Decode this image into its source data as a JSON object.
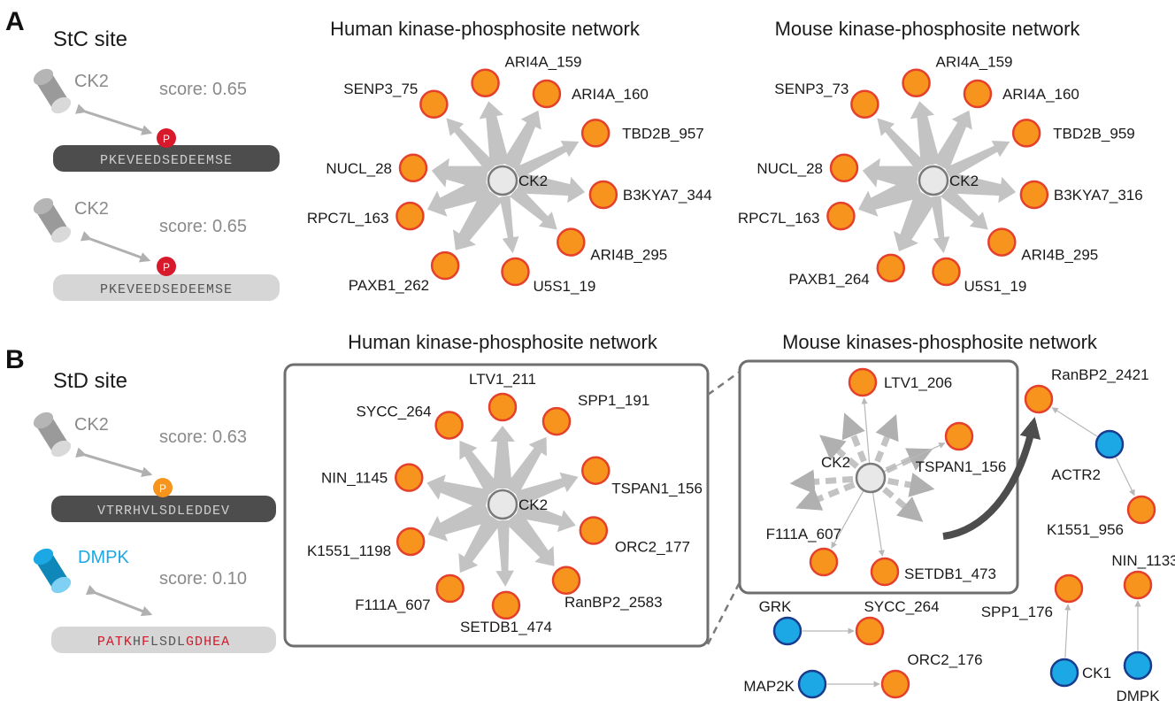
{
  "colors": {
    "target": "#f7941d",
    "target_stroke": "#e5402b",
    "kinase_blue": "#1ca8e4",
    "kinase_blue_stroke": "#1a3c8f",
    "center_fill": "#e8e8e8",
    "arrow_gray": "#c3c3c3",
    "dark_arrow": "#4d4d4d",
    "seq_dark": "#4d4d4d",
    "seq_light": "#d6d6d6",
    "phospho_red": "#d7192b",
    "dmpk_text": "#1ca8e4"
  },
  "panelA": {
    "letter": "A",
    "site": "StC site",
    "examples": [
      {
        "kinase": "CK2",
        "score": "score: 0.65",
        "sequence": "PKEVEEDSEDEEMSE",
        "bar": "dark"
      },
      {
        "kinase": "CK2",
        "score": "score: 0.65",
        "sequence": "PKEVEEDSEDEEMSE",
        "bar": "light"
      }
    ],
    "human": {
      "title": "Human kinase-phosphosite network",
      "center": "CK2",
      "targets": [
        "ARI4A_159",
        "ARI4A_160",
        "TBD2B_957",
        "B3KYA7_344",
        "ARI4B_295",
        "U5S1_19",
        "PAXB1_262",
        "RPC7L_163",
        "NUCL_28",
        "SENP3_75"
      ]
    },
    "mouse": {
      "title": "Mouse kinase-phosphosite network",
      "center": "CK2",
      "targets": [
        "ARI4A_159",
        "ARI4A_160",
        "TBD2B_959",
        "B3KYA7_316",
        "ARI4B_295",
        "U5S1_19",
        "PAXB1_264",
        "RPC7L_163",
        "NUCL_28",
        "SENP3_73"
      ]
    }
  },
  "panelB": {
    "letter": "B",
    "site": "StD site",
    "examples": [
      {
        "kinase": "CK2",
        "score": "score: 0.63",
        "sequence": "VTRRHVLSDLEDDEV",
        "bar": "dark"
      },
      {
        "kinase": "DMPK",
        "score": "score: 0.10",
        "sequence": "PATKHFLSDLGDHEA",
        "bar": "light"
      }
    ],
    "human": {
      "title": "Human kinase-phosphosite network",
      "center": "CK2",
      "targets": [
        "LTV1_211",
        "SPP1_191",
        "TSPAN1_156",
        "ORC2_177",
        "RanBP2_2583",
        "SETDB1_474",
        "F111A_607",
        "K1551_1198",
        "NIN_1145",
        "SYCC_264"
      ]
    },
    "mouse": {
      "title": "Mouse kinases-phosphosite network",
      "center": "CK2",
      "box_targets": [
        "LTV1_206",
        "TSPAN1_156",
        "F111A_607",
        "SETDB1_473"
      ],
      "other_nodes": [
        "RanBP2_2421",
        "ACTR2",
        "K1551_956",
        "NIN_1133",
        "SPP1_176",
        "CK1",
        "DMPK",
        "GRK",
        "SYCC_264",
        "MAP2K",
        "ORC2_176"
      ]
    }
  }
}
